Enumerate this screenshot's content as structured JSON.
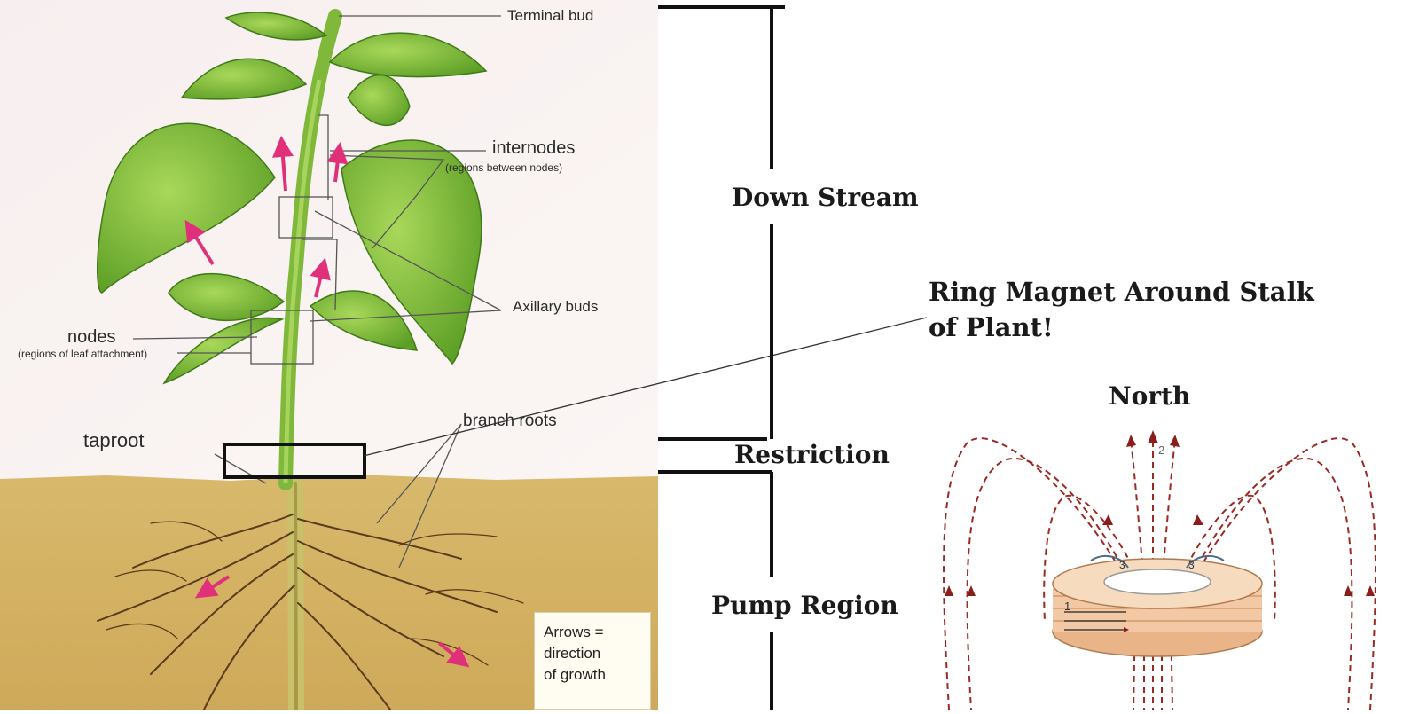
{
  "plant_labels": {
    "terminal_bud": "Terminal bud",
    "internodes": "internodes",
    "internodes_sub": "(regions between nodes)",
    "axillary_buds": "Axillary buds",
    "nodes": "nodes",
    "nodes_sub": "(regions of leaf attachment)",
    "taproot": "taproot",
    "branch_roots": "branch roots",
    "legend_line1": "Arrows =",
    "legend_line2": "direction",
    "legend_line3": "of growth"
  },
  "region_labels": {
    "down_stream": "Down Stream",
    "restriction": "Restriction",
    "pump_region": "Pump Region"
  },
  "magnet_labels": {
    "title_line1": "Ring Magnet Around Stalk",
    "title_line2": "of Plant!",
    "north": "North",
    "num_1": "1",
    "num_2": "2",
    "num_3a": "3",
    "num_3b": "3"
  },
  "colors": {
    "soil": "#d6b56a",
    "leaf": "#7fc241",
    "leaf_dark": "#4f8f22",
    "arrow_pink": "#e0307a",
    "field_line": "#9b2a22",
    "magnet": "#f2c9a4"
  }
}
